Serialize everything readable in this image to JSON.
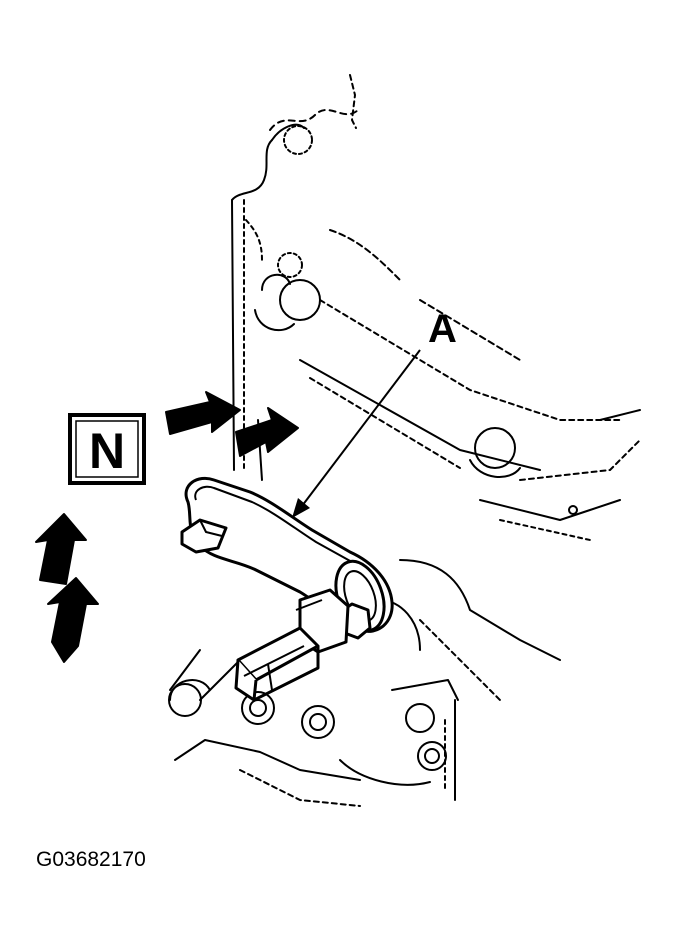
{
  "diagram": {
    "callout_label": "A",
    "view_indicator_label": "N",
    "figure_id": "G03682170"
  }
}
